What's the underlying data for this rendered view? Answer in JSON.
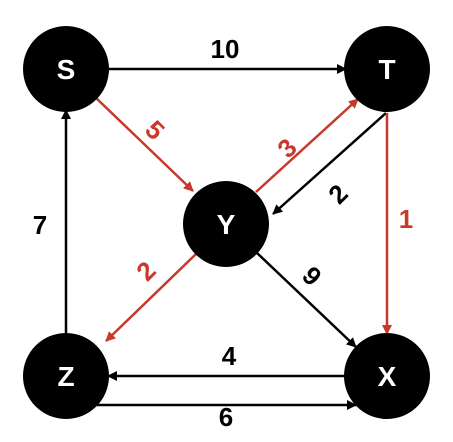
{
  "colors": {
    "node_fill": "#000000",
    "node_text": "#ffffff",
    "edge_default": "#000000",
    "edge_highlight": "#c8382b"
  },
  "nodes": [
    {
      "id": "S",
      "label": "S"
    },
    {
      "id": "T",
      "label": "T"
    },
    {
      "id": "Y",
      "label": "Y"
    },
    {
      "id": "Z",
      "label": "Z"
    },
    {
      "id": "X",
      "label": "X"
    }
  ],
  "edges": [
    {
      "from": "S",
      "to": "T",
      "weight": "10",
      "highlight": false
    },
    {
      "from": "S",
      "to": "Y",
      "weight": "5",
      "highlight": true
    },
    {
      "from": "Y",
      "to": "T",
      "weight": "3",
      "highlight": true
    },
    {
      "from": "T",
      "to": "Y",
      "weight": "2",
      "highlight": false
    },
    {
      "from": "T",
      "to": "X",
      "weight": "1",
      "highlight": true
    },
    {
      "from": "Y",
      "to": "Z",
      "weight": "2",
      "highlight": true
    },
    {
      "from": "Y",
      "to": "X",
      "weight": "9",
      "highlight": false
    },
    {
      "from": "Z",
      "to": "S",
      "weight": "7",
      "highlight": false
    },
    {
      "from": "X",
      "to": "Z",
      "weight": "4",
      "highlight": false
    },
    {
      "from": "Z",
      "to": "X",
      "weight": "6",
      "highlight": false
    }
  ]
}
